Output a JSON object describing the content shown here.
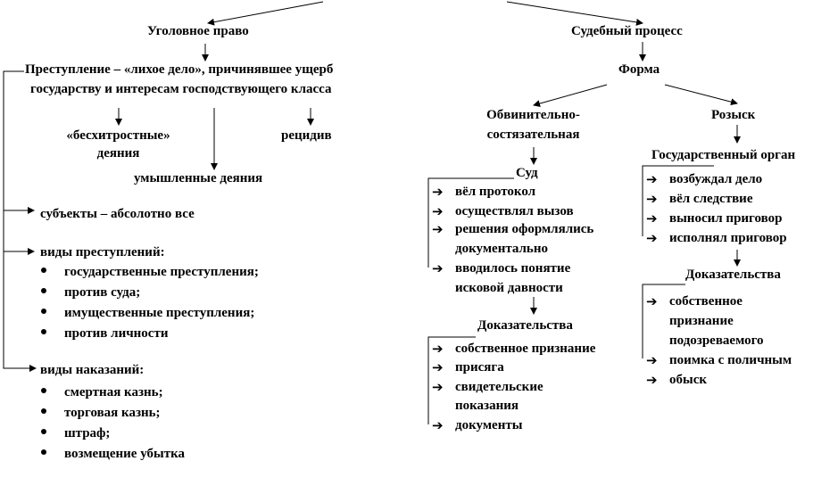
{
  "left": {
    "title": "Уголовное право",
    "crime": [
      "Преступление – «лихое дело», причинявшее ущерб",
      "государству и интересам господствующего класса"
    ],
    "artless": [
      "«бесхитростные»",
      "деяния"
    ],
    "recidive": "рецидив",
    "intentional": "умышленные деяния",
    "subjects": "субъекты – абсолотно все",
    "crime_types_title": "виды преступлений:",
    "crime_types": [
      "государственные преступления;",
      "против суда;",
      "имущественные преступления;",
      "против личности"
    ],
    "punish_title": "виды наказаний:",
    "punish": [
      "смертная казнь;",
      "торговая казнь;",
      "штраф;",
      "возмещение убытка"
    ]
  },
  "right": {
    "title": "Судебный процесс",
    "form": "Форма",
    "adversarial": [
      "Обвинительно-",
      "состязательная"
    ],
    "search": "Розыск",
    "court": "Суд",
    "court_items": [
      "вёл протокол",
      "осуществлял вызов",
      "решения оформлялись",
      "документально",
      "вводилось понятие",
      "исковой давности"
    ],
    "evidence1_title": "Доказательства",
    "evidence1": [
      "собственное признание",
      "присяга",
      "свидетельские",
      "показания",
      "документы"
    ],
    "state_organ": "Государственный орган",
    "organ_items": [
      "возбуждал дело",
      "вёл следствие",
      "выносил приговор",
      "исполнял приговор"
    ],
    "evidence2_title": "Доказательства",
    "evidence2": [
      "собственное",
      "признание",
      "подозреваемого",
      "поимка с поличным",
      "обыск"
    ]
  }
}
